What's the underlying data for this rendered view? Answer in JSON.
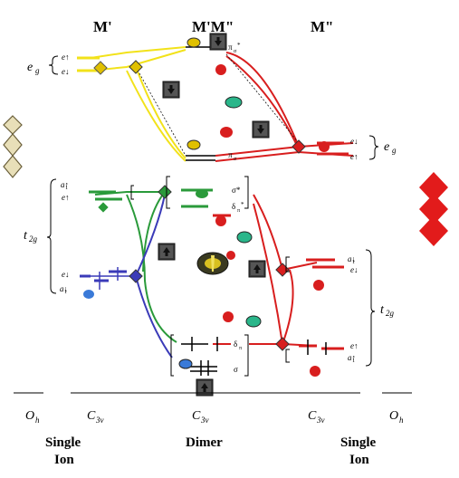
{
  "headers": {
    "left": "M'",
    "center": "M'M\"",
    "right": "M\""
  },
  "bottom": {
    "left_oh": "O",
    "left_oh_sub": "h",
    "left_c3v": "C",
    "left_c3v_sub": "3v",
    "center_c3v": "C",
    "center_c3v_sub": "3v",
    "right_c3v": "C",
    "right_c3v_sub": "3v",
    "right_oh": "O",
    "right_oh_sub": "h",
    "left_caption_line1": "Single",
    "left_caption_line2": "Ion",
    "center_caption": "Dimer",
    "right_caption_line1": "Single",
    "right_caption_line2": "Ion"
  },
  "left_labels": {
    "eg": "e",
    "eg_sub": "g",
    "e_up": "e↑",
    "e_down": "e↓",
    "t2g": "t",
    "t2g_sub": "2g",
    "a1_up": "a↑",
    "e_up_t2g": "e↑",
    "e_down_t2g": "e↓",
    "a1_down": "a↓",
    "a_sub": "1"
  },
  "right_labels": {
    "eg": "e",
    "eg_sub": "g",
    "e_down": "e↓",
    "e_up": "e↑",
    "t2g": "t",
    "t2g_sub": "2g",
    "a1_down": "a↓",
    "e_down_t2g": "e↓",
    "e_up_t2g": "e↑",
    "a1_up": "a↑",
    "a_sub": "1"
  },
  "dimer_labels": {
    "pi_sigma_star": "π",
    "pi_sigma_star_sub": "σ",
    "pi_sigma_star_sup": "*",
    "pi_sigma": "π",
    "pi_sigma_sub": "σ",
    "sigma_star": "σ*",
    "delta_pi_star": "δ",
    "delta_pi_star_sub": "π",
    "delta_pi_star_sup": "*",
    "delta_pi": "δ",
    "delta_pi_sub": "π",
    "sigma": "σ"
  },
  "colors": {
    "yellow": "#f2e21a",
    "red": "#d81e1e",
    "green": "#2a9a3a",
    "blue": "#3a3ab8",
    "dark_box": "#3a3a3a",
    "tan": "#e8dfb8"
  },
  "icons": [
    "arrow-down-box-icon",
    "arrow-up-box-icon",
    "orbital-lobe-icon",
    "diamond-node-icon",
    "octahedron-icon",
    "central-orbital-icon"
  ]
}
